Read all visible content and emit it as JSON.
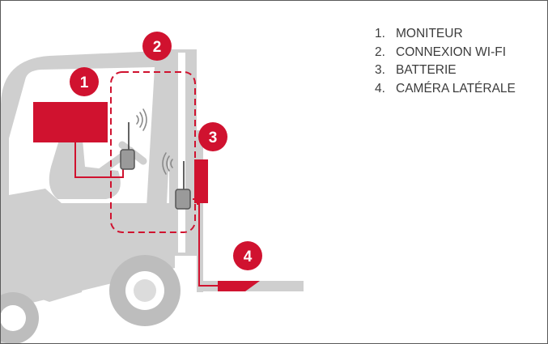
{
  "legend": {
    "items": [
      {
        "num": "1.",
        "label": "MONITEUR"
      },
      {
        "num": "2.",
        "label": "CONNEXION WI-FI"
      },
      {
        "num": "3.",
        "label": "BATTERIE"
      },
      {
        "num": "4.",
        "label": "CAMÉRA LATÉRALE"
      }
    ]
  },
  "badges": [
    "1",
    "2",
    "3",
    "4"
  ],
  "colors": {
    "accent": "#d0122f",
    "forklift": "#cfcfcf",
    "forklift_dark": "#bdbdbd",
    "device": "#7a7a7a",
    "text": "#3c3c3c"
  }
}
